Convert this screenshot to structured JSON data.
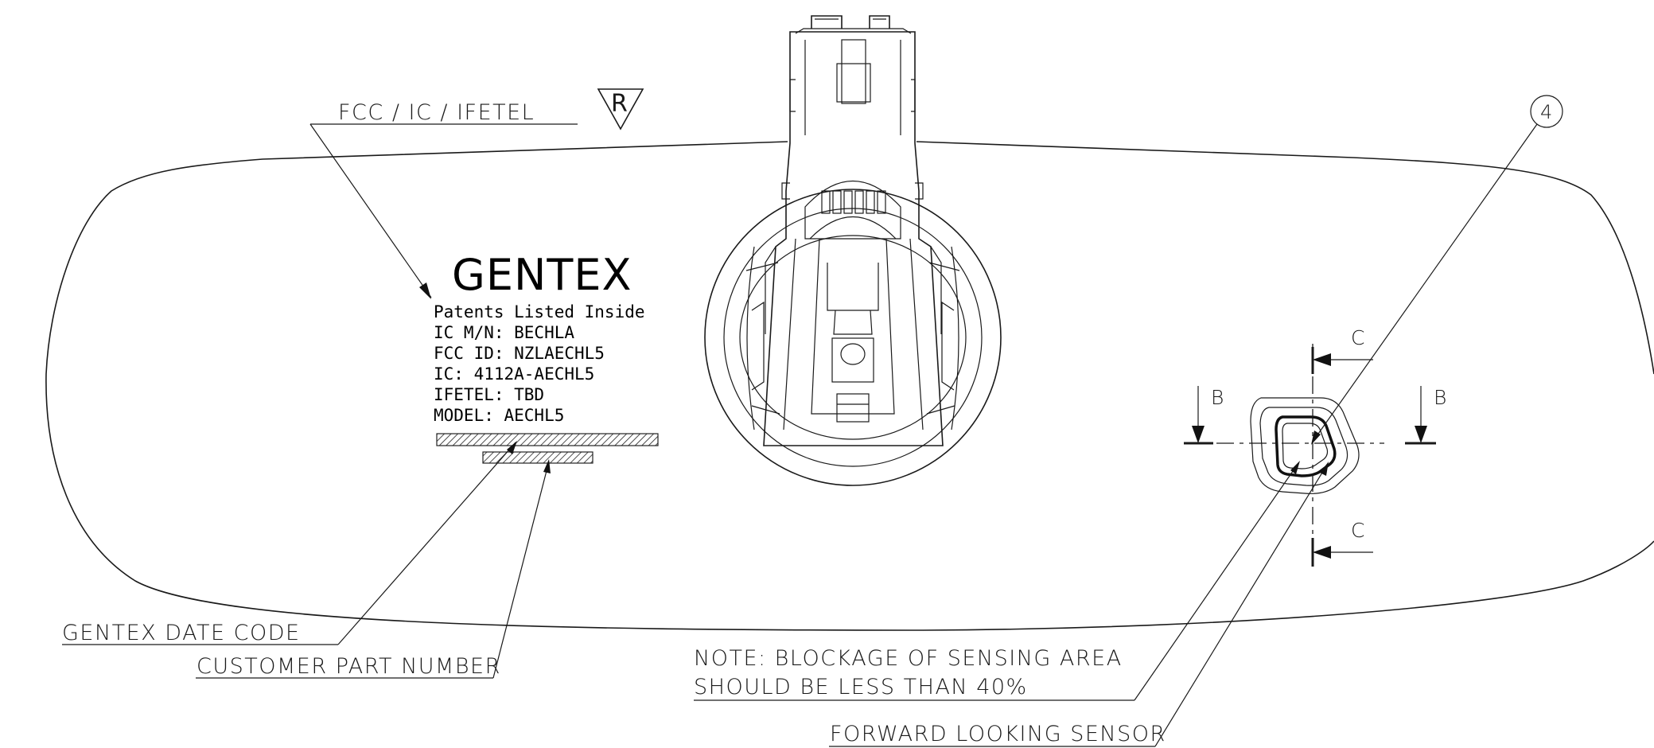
{
  "label": {
    "regulatory": "FCC / IC / IFETEL",
    "revision_symbol": "R",
    "date_code": "GENTEX DATE CODE",
    "customer_part": "CUSTOMER PART NUMBER",
    "note_line1": "NOTE: BLOCKAGE OF SENSING AREA",
    "note_line2": "SHOULD BE LESS THAN 40%",
    "forward_sensor": "FORWARD LOOKING SENSOR",
    "balloon": "4"
  },
  "product_label": {
    "brand": "GENTEX",
    "lines": [
      "Patents Listed Inside",
      "IC M/N: BECHLA",
      "FCC ID: NZLAECHL5",
      "IC: 4112A-AECHL5",
      "IFETEL: TBD",
      "MODEL: AECHL5"
    ]
  },
  "section_views": {
    "b_left": "B",
    "b_right": "B",
    "c_top": "C",
    "c_bottom": "C"
  }
}
